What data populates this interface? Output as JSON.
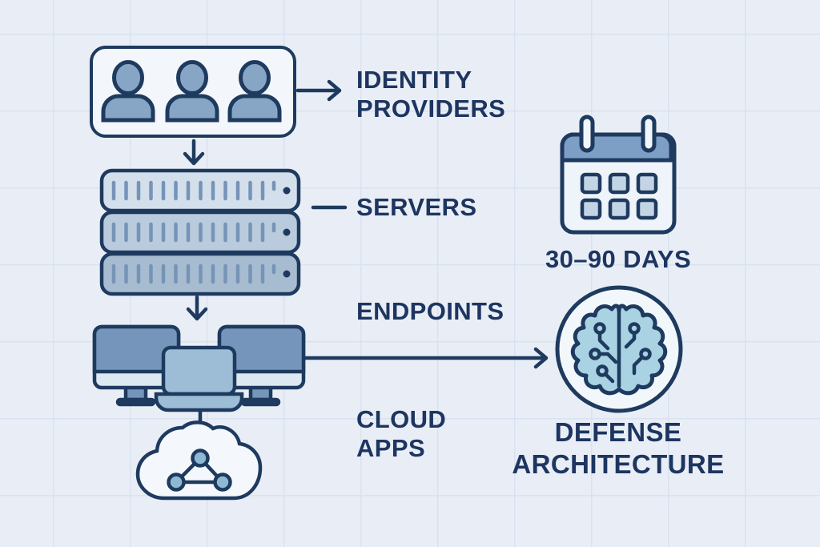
{
  "title": "Defense architecture diagram",
  "palette": {
    "background": "#e9eef6",
    "grid_line": "#d8e2f0",
    "outline_navy": "#1e3a5f",
    "text_navy": "#1d3560",
    "steel_blue": "#87a6c5",
    "monitor_blue": "#7596ba",
    "laptop_blue": "#9cbdd5",
    "pale_fill": "#f3f7fb",
    "server_row_1": "#d3dfeb",
    "server_row_2": "#b9cbdc",
    "server_row_3": "#a7bcd0",
    "server_slat": "#7694b8",
    "calendar_header": "#7e9fc5",
    "calendar_cell": "#c3d4e4",
    "brain_fill": "#a9d2e2",
    "cloud_node_fill": "#8fb8d4"
  },
  "labels": {
    "identity_providers": "IDENTITY\nPROVIDERS",
    "servers": "SERVERS",
    "endpoints": "ENDPOINTS",
    "cloud_apps": "CLOUD\nAPPS",
    "timeframe": "30–90 DAYS",
    "defense_architecture": "DEFENSE\nARCHITECTURE"
  },
  "nodes": [
    {
      "id": "identity-providers",
      "label": "IDENTITY PROVIDERS",
      "icon": "users-group-icon"
    },
    {
      "id": "servers",
      "label": "SERVERS",
      "icon": "server-rack-icon"
    },
    {
      "id": "endpoints",
      "label": "ENDPOINTS",
      "icon": "workstations-icon"
    },
    {
      "id": "cloud-apps",
      "label": "CLOUD APPS",
      "icon": "cloud-network-icon"
    },
    {
      "id": "timeframe",
      "label": "30–90 DAYS",
      "icon": "calendar-icon"
    },
    {
      "id": "defense-architecture",
      "label": "DEFENSE ARCHITECTURE",
      "icon": "brain-circuit-icon"
    }
  ],
  "connections": [
    {
      "from": "identity-providers",
      "to": "identity-providers-label",
      "type": "arrow-right"
    },
    {
      "from": "identity-providers",
      "to": "servers",
      "type": "arrow-down"
    },
    {
      "from": "servers",
      "to": "servers-label",
      "type": "dash"
    },
    {
      "from": "servers",
      "to": "endpoints",
      "type": "arrow-down"
    },
    {
      "from": "endpoints",
      "to": "defense-architecture",
      "type": "arrow-right"
    },
    {
      "from": "endpoints",
      "to": "cloud-apps",
      "type": "line-down"
    }
  ]
}
